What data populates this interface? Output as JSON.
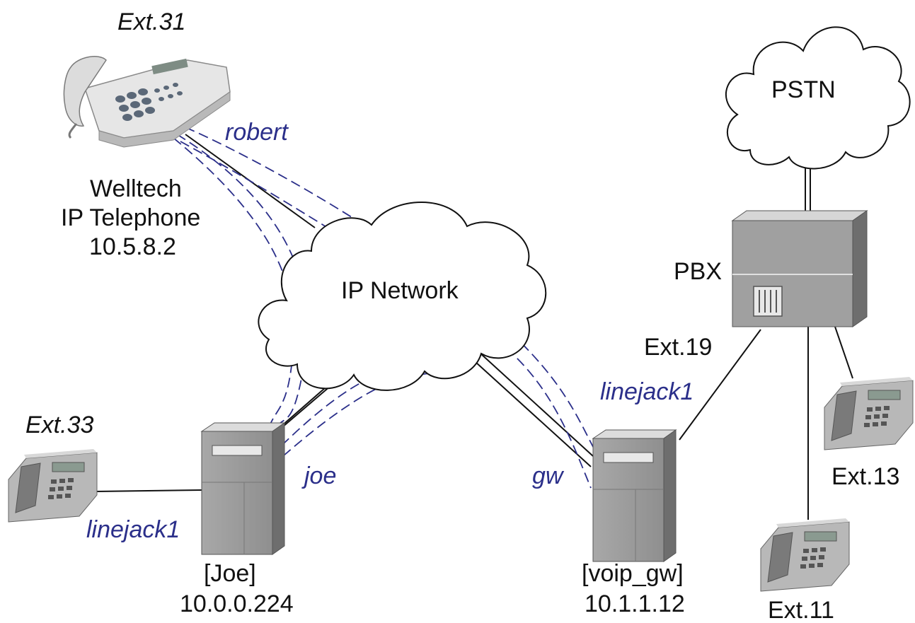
{
  "diagram": {
    "nodes": {
      "phone_top": {
        "ext": "Ext.31",
        "name_line1": "Welltech",
        "name_line2": "IP Telephone",
        "ip": "10.5.8.2"
      },
      "phone_left": {
        "ext": "Ext.33"
      },
      "server_joe": {
        "name": "[Joe]",
        "ip": "10.0.0.224"
      },
      "server_gw": {
        "name": "[voip_gw]",
        "ip": "10.1.1.12"
      },
      "pbx": {
        "label": "PBX"
      },
      "pstn_cloud": {
        "label": "PSTN"
      },
      "ip_cloud": {
        "label": "IP Network"
      },
      "phone_ext13": {
        "ext": "Ext.13"
      },
      "phone_ext11": {
        "ext": "Ext.11"
      }
    },
    "link_labels": {
      "robert": "robert",
      "joe": "joe",
      "gw": "gw",
      "linejack_left": "linejack1",
      "linejack_gw": "linejack1",
      "ext19": "Ext.19"
    },
    "colors": {
      "line": "#111111",
      "dashed": "#2b2f8a",
      "device_gray": "#9a9a9a",
      "device_light": "#c8c8c8",
      "device_dark": "#6e6e6e"
    }
  }
}
